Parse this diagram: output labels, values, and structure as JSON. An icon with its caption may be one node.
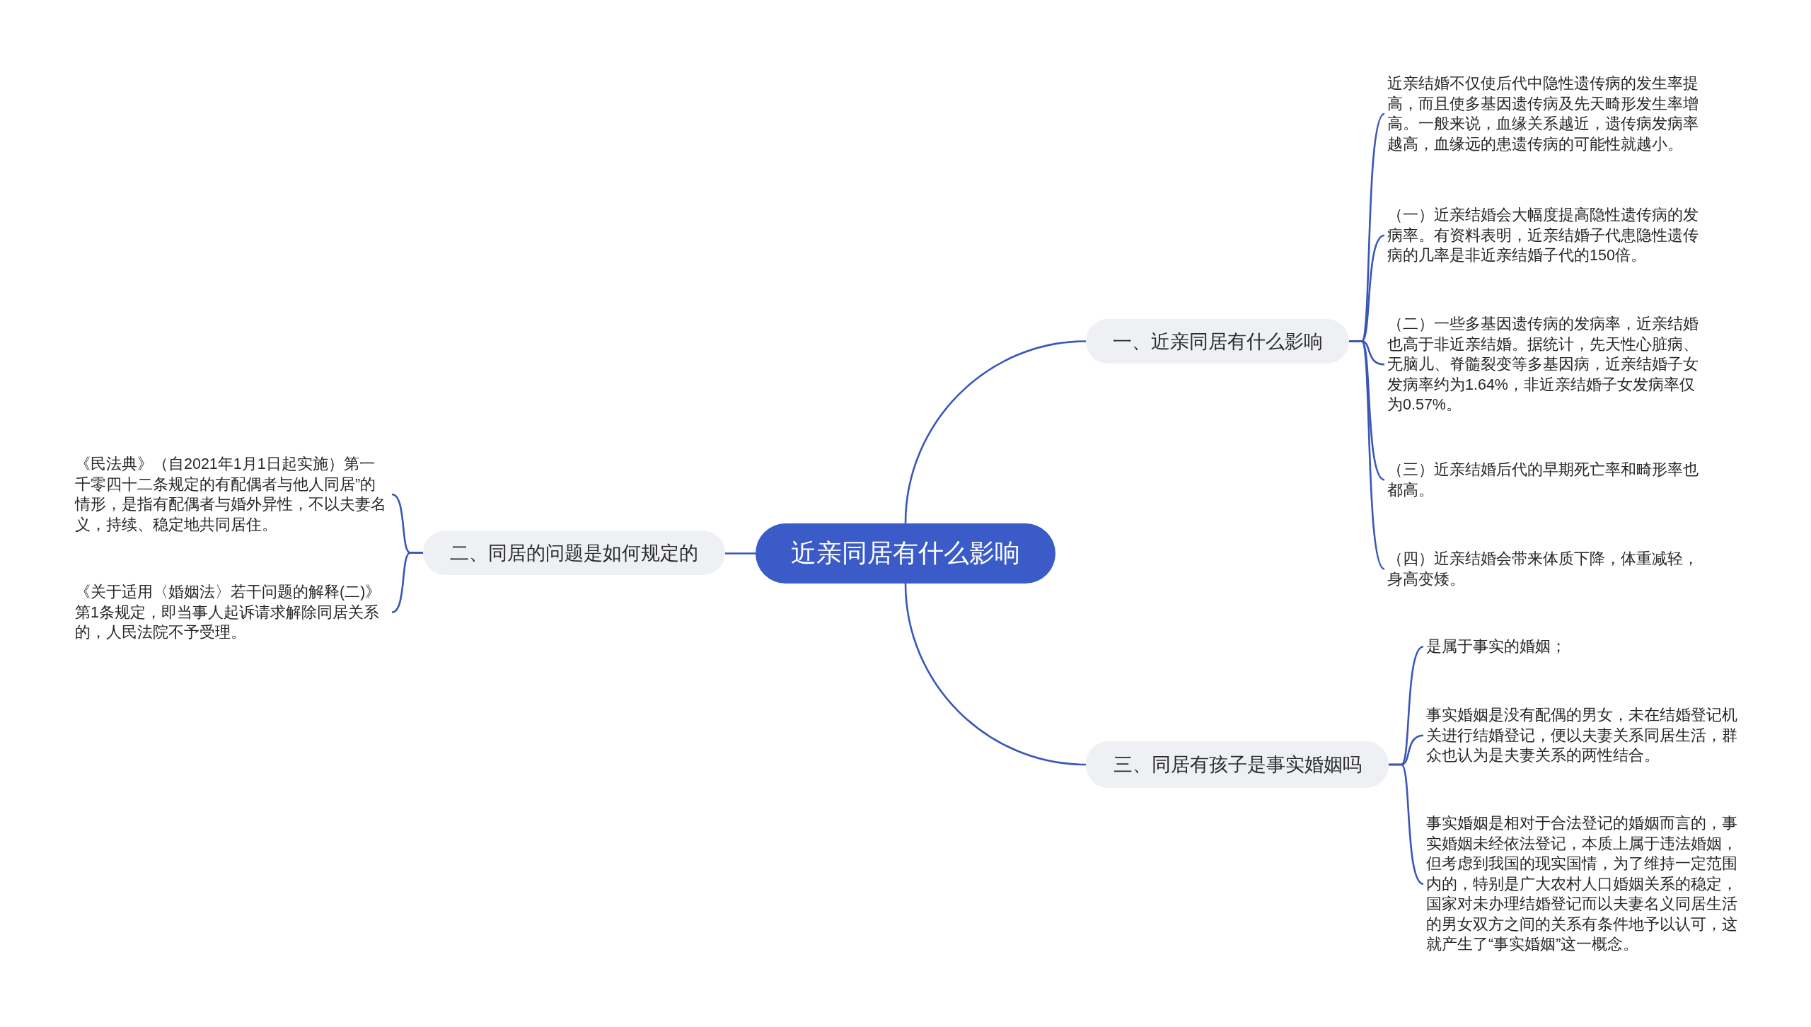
{
  "diagram": {
    "nodes": [
      {
        "text": [
          "近亲同居有什么影响"
        ]
      },
      {
        "text": [
          "一、近亲同居有什么影响"
        ]
      },
      {
        "text": [
          "近亲结婚不仅使后代中隐性遗传病的发生率提高，而且使多基因遗传病及先天畸形发生率增高。一般来说，血缘关系越近，遗传病发病率越高，血缘远的患遗传病的可能性就越小。"
        ]
      },
      {
        "text": [
          "（一）近亲结婚会大幅度提高隐性遗传病的发病率。有资料表明，近亲结婚子代患隐性遗传病的几率是非近亲结婚子代的150倍。"
        ]
      },
      {
        "text": [
          "（二）一些多基因遗传病的发病率，近亲结婚也高于非近亲结婚。据统计，先天性心脏病、无脑儿、脊髓裂变等多基因病，近亲结婚子女发病率约为1.64%，非近亲结婚子女发病率仅为0.57%。"
        ]
      },
      {
        "text": [
          "（三）近亲结婚后代的早期死亡率和畸形率也都高。"
        ]
      },
      {
        "text": [
          "（四）近亲结婚会带来体质下降，体重减轻，身高变矮。"
        ]
      },
      {
        "text": [
          "二、同居的问题是如何规定的"
        ]
      },
      {
        "text": [
          "《民法典》（自2021年1月1日起实施）第一千零四十二条规定的有配偶者与他人同居”的情形，是指有配偶者与婚外异性，不以夫妻名义，持续、稳定地共同居住。"
        ]
      },
      {
        "text": [
          "《关于适用〈婚姻法〉若干问题的解释(二)》第1条规定，即当事人起诉请求解除同居关系的，人民法院不予受理。"
        ]
      },
      {
        "text": [
          "三、同居有孩子是事实婚姻吗"
        ]
      },
      {
        "text": [
          "是属于事实的婚姻；"
        ]
      },
      {
        "text": [
          "事实婚姻是没有配偶的男女，未在结婚登记机关进行结婚登记，便以夫妻关系同居生活，群众也认为是夫妻关系的两性结合。"
        ]
      },
      {
        "text": [
          "事实婚姻是相对于合法登记的婚姻而言的，事实婚姻未经依法登记，本质上属于违法婚姻，但考虑到我国的现实国情，为了维持一定范围内的，特别是广大农村人口婚姻关系的稳定，国家对未办理结婚登记而以夫妻名义同居生活的男女双方之间的关系有条件地予以认可，这就产生了“事实婚姻”这一概念。"
        ]
      }
    ],
    "edges": [
      {
        "from": 0,
        "to": 1,
        "arrow": "none"
      },
      {
        "from": 1,
        "to": 2,
        "arrow": "none"
      },
      {
        "from": 1,
        "to": 3,
        "arrow": "none"
      },
      {
        "from": 1,
        "to": 4,
        "arrow": "none"
      },
      {
        "from": 1,
        "to": 5,
        "arrow": "none"
      },
      {
        "from": 1,
        "to": 6,
        "arrow": "none"
      },
      {
        "from": 0,
        "to": 7,
        "arrow": "none"
      },
      {
        "from": 7,
        "to": 8,
        "arrow": "none"
      },
      {
        "from": 7,
        "to": 9,
        "arrow": "none"
      },
      {
        "from": 0,
        "to": 10,
        "arrow": "none"
      },
      {
        "from": 10,
        "to": 11,
        "arrow": "none"
      },
      {
        "from": 10,
        "to": 12,
        "arrow": "none"
      },
      {
        "from": 10,
        "to": 13,
        "arrow": "none"
      }
    ]
  }
}
